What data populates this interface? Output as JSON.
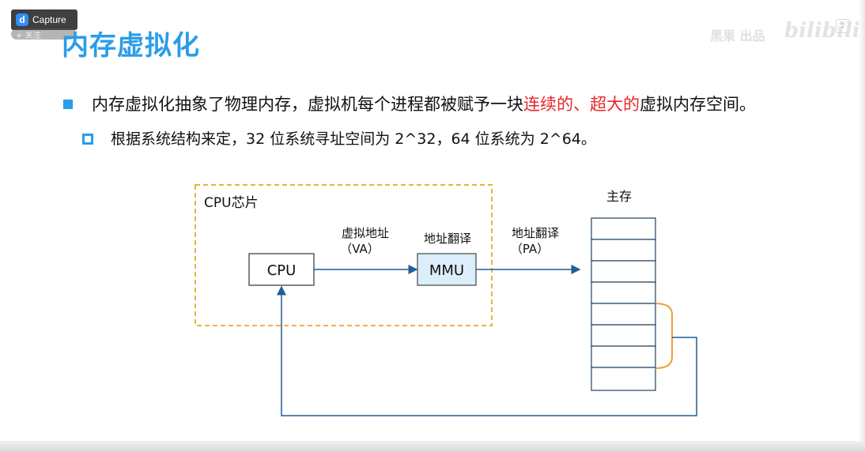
{
  "capture": {
    "app_label": "Capture",
    "logo_letter": "d",
    "follow_label": "+ 关注"
  },
  "slide": {
    "title": "内存虚拟化",
    "watermark_text": "黑果 出品",
    "watermark_logo": "bilibili",
    "badge": "2",
    "bullet1": {
      "before": "内存虚拟化抽象了物理内存，虚拟机每个进程都被赋予一块",
      "highlight": "连续的、超大的",
      "after": "虚拟内存空间。"
    },
    "bullet2": {
      "text": "根据系统结构来定，32 位系统寻址空间为 2^32，64 位系统为 2^64。"
    }
  },
  "diagram": {
    "chip_label": "CPU芯片",
    "cpu_label": "CPU",
    "mmu_label": "MMU",
    "va_label_line1": "虚拟地址",
    "va_label_line2": "（VA）",
    "mmu_title": "地址翻译",
    "pa_label_line1": "地址翻译",
    "pa_label_line2": "（PA）",
    "memory_label": "主存",
    "colors": {
      "chip_border": "#e8b53a",
      "mmu_fill": "#dbeef9",
      "arrow": "#1f5f95",
      "bracket": "#e9a23b",
      "memory_border": "#1f3f5f"
    }
  }
}
